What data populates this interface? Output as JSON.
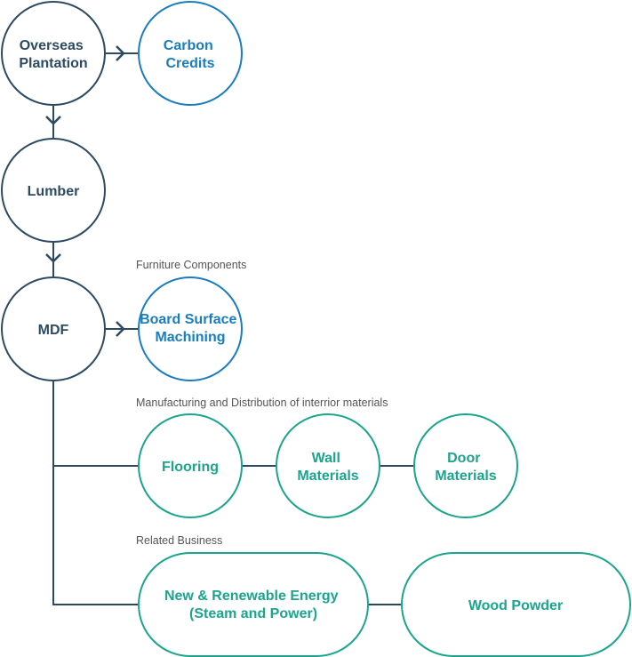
{
  "colors": {
    "dark": "#2d4a63",
    "blue": "#1a7dbe",
    "teal": "#1aa58c",
    "label": "#555555"
  },
  "nodes": {
    "overseas": {
      "lines": [
        "Overseas",
        "Plantation"
      ]
    },
    "carbon": {
      "lines": [
        "Carbon",
        "Credits"
      ]
    },
    "lumber": {
      "lines": [
        "Lumber"
      ]
    },
    "mdf": {
      "lines": [
        "MDF"
      ]
    },
    "board": {
      "lines": [
        "Board Surface",
        "Machining"
      ]
    },
    "flooring": {
      "lines": [
        "Flooring"
      ]
    },
    "wall": {
      "lines": [
        "Wall",
        "Materials"
      ]
    },
    "door": {
      "lines": [
        "Door",
        "Materials"
      ]
    },
    "energy": {
      "lines": [
        "New & Renewable Energy",
        "(Steam and Power)"
      ]
    },
    "wood": {
      "lines": [
        "Wood Powder"
      ]
    }
  },
  "labels": {
    "furniture": "Furniture Components",
    "interior": "Manufacturing and Distribution of interrior materials",
    "related": "Related Business"
  }
}
